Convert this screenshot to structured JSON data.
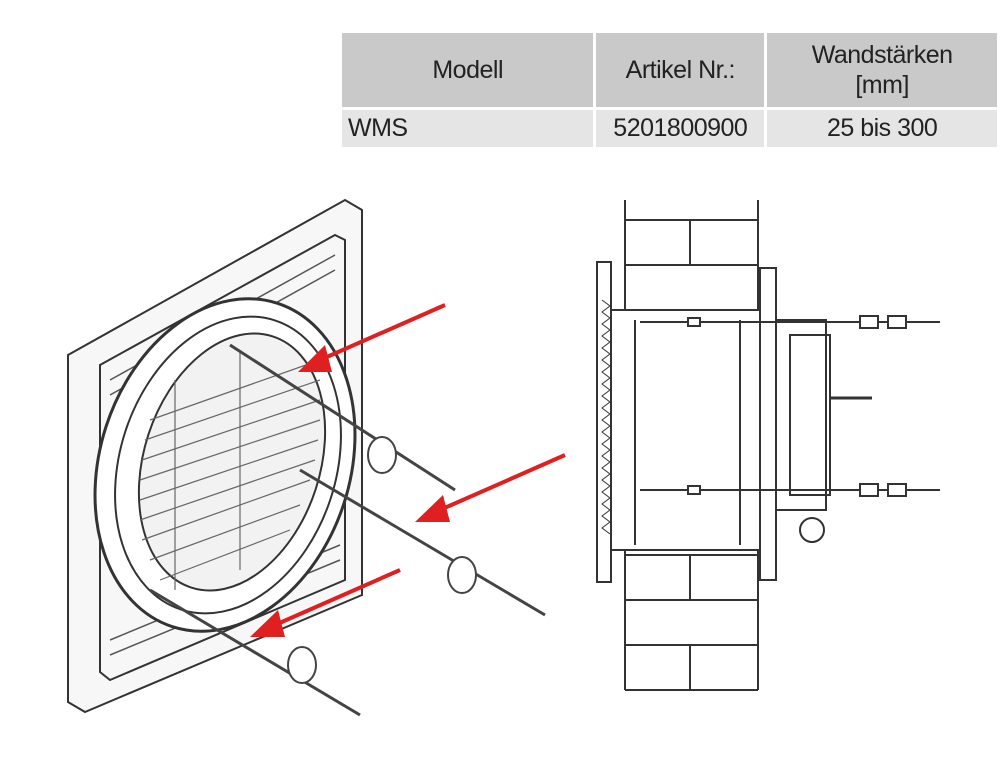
{
  "table": {
    "headers": [
      "Modell",
      "Artikel Nr.:",
      "Wandstärken",
      "[mm]"
    ],
    "row": {
      "model": "WMS",
      "article_no": "5201800900",
      "wall_thickness": "25 bis 300"
    }
  },
  "colors": {
    "header_bg": "#c9c9c9",
    "row_bg": "#e5e5e5",
    "arrow": "#e02020"
  }
}
